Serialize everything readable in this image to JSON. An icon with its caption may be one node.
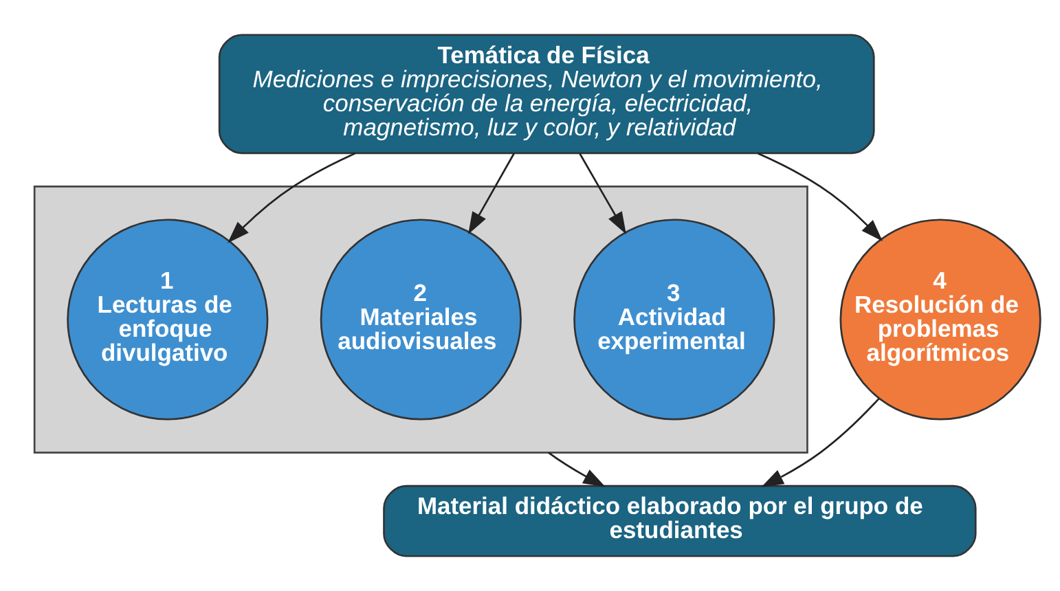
{
  "diagram": {
    "nodes": [
      {
        "text": [
          "Temática de Física",
          "Mediciones e imprecisiones, Newton y el movimiento, conservación de la energía, electricidad, magnetismo, luz y color, y relatividad"
        ]
      },
      {
        "text": [],
        "shape": "box"
      },
      {
        "text": [
          "1",
          "Lecturas de enfoque divulgativo"
        ],
        "in": 1
      },
      {
        "text": [
          "2",
          "Materiales audiovisuales"
        ],
        "in": 1
      },
      {
        "text": [
          "3",
          "Actividad experimental"
        ],
        "in": 1
      },
      {
        "text": [
          "4",
          "Resolución de problemas algorítmicos"
        ]
      },
      {
        "text": [
          "Material didáctico elaborado por el grupo de estudiantes"
        ]
      }
    ],
    "edges": [
      {
        "from": 0,
        "to": 2,
        "arrow": "to"
      },
      {
        "from": 0,
        "to": 3,
        "arrow": "to"
      },
      {
        "from": 0,
        "to": 4,
        "arrow": "to"
      },
      {
        "from": 0,
        "to": 5,
        "arrow": "to"
      },
      {
        "from": 1,
        "to": 6,
        "arrow": "to"
      },
      {
        "from": 5,
        "to": 6,
        "arrow": "to"
      }
    ]
  }
}
